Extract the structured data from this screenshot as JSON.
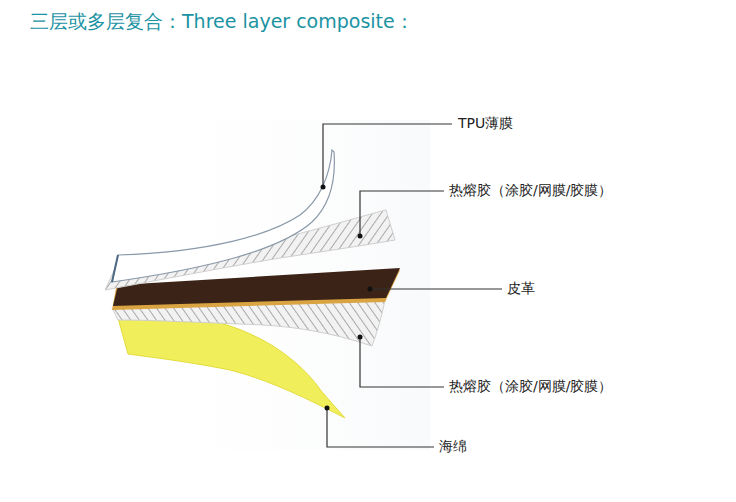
{
  "diagram": {
    "title": "三层或多层复合：Three layer composite：",
    "labels": [
      "TPU薄膜",
      "热熔胶（涂胶/网膜/胶膜）",
      "皮革",
      "热熔胶（涂胶/网膜/胶膜）",
      "海绵"
    ]
  }
}
